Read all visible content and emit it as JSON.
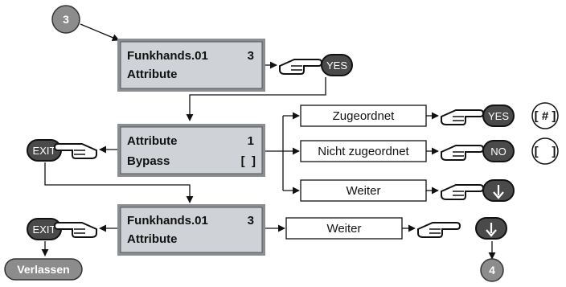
{
  "steps": {
    "start": "3",
    "end": "4"
  },
  "lcd1": {
    "line1": "Funkhands.01",
    "value1": "3",
    "line2": "Attribute"
  },
  "lcd2": {
    "line1": "Attribute",
    "value1": "1",
    "line2": "Bypass",
    "value2": "[  ]"
  },
  "lcd3": {
    "line1": "Funkhands.01",
    "value1": "3",
    "line2": "Attribute"
  },
  "options": {
    "assigned": "Zugeordnet",
    "not_assigned": "Nicht zugeordnet",
    "next": "Weiter",
    "next2": "Weiter"
  },
  "keys": {
    "yes": "YES",
    "no": "NO",
    "exit": "EXIT"
  },
  "indicators": {
    "assigned": "[ # ]",
    "not_assigned": "[    ]"
  },
  "exit_label": "Verlassen",
  "colors": {
    "lcd_fill": "#cfd2d6",
    "key_fill": "#4a4a4a",
    "step_fill": "#8c8c8c"
  }
}
